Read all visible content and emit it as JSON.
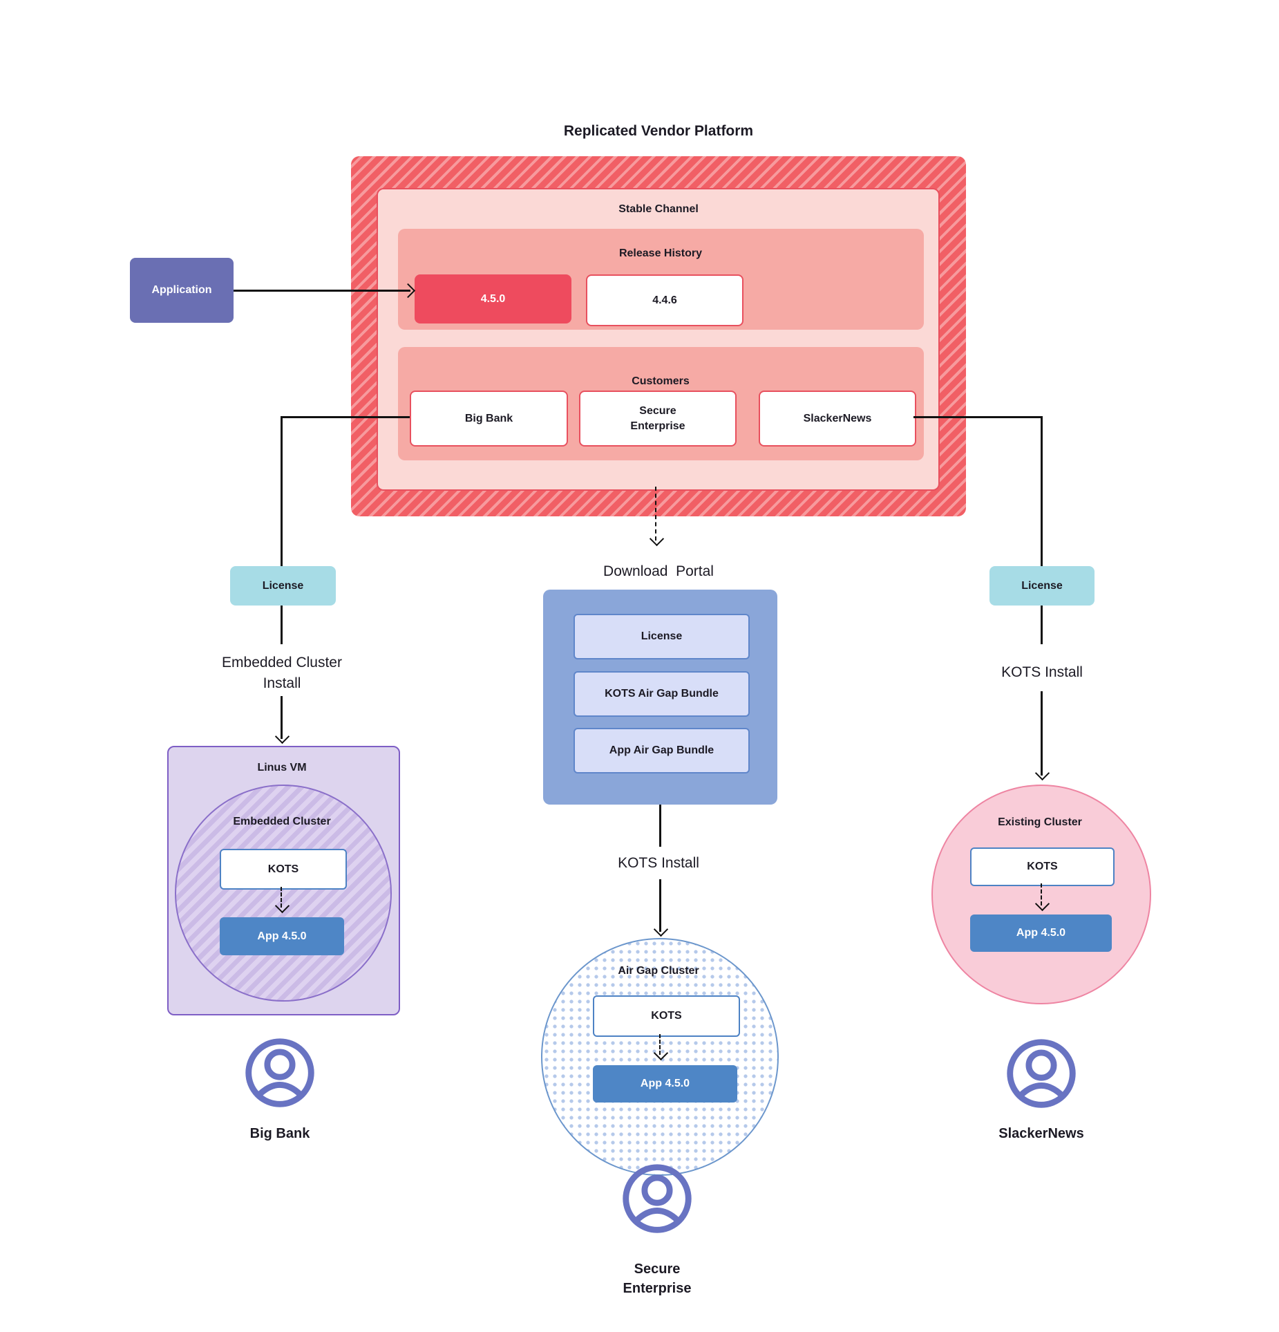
{
  "title": "Replicated Vendor Platform",
  "application": {
    "label": "Application"
  },
  "platform": {
    "stable_channel": {
      "label": "Stable Channel",
      "release_history": {
        "label": "Release History",
        "current_release": "4.5.0",
        "previous_release": "4.4.6"
      },
      "customers": {
        "label": "Customers",
        "big_bank": "Big Bank",
        "secure_enterprise": "Secure\nEnterprise",
        "slackernews": "SlackerNews"
      }
    }
  },
  "left_flow": {
    "license_label": "License",
    "install_label": "Embedded Cluster\nInstall",
    "vm": {
      "label": "Linus VM",
      "cluster_label": "Embedded Cluster",
      "kots_label": "KOTS",
      "app_label": "App 4.5.0"
    },
    "customer_name": "Big Bank"
  },
  "center_flow": {
    "portal_label": "Download  Portal",
    "portal_items": [
      "License",
      "KOTS Air Gap Bundle",
      "App Air Gap Bundle"
    ],
    "install_label": "KOTS Install",
    "cluster": {
      "label": "Air Gap Cluster",
      "kots_label": "KOTS",
      "app_label": "App 4.5.0"
    },
    "customer_name": "Secure\nEnterprise"
  },
  "right_flow": {
    "license_label": "License",
    "install_label": "KOTS Install",
    "cluster": {
      "label": "Existing Cluster",
      "kots_label": "KOTS",
      "app_label": "App 4.5.0"
    },
    "customer_name": "SlackerNews"
  },
  "colors": {
    "release_red": "#ee4b5e",
    "hatch_red": "#f15f65",
    "panel_salmon": "#f6aaa5",
    "stable_pink": "#fbd9d6",
    "border_red": "#e8505e",
    "app_purple": "#6a6fb3",
    "vm_purple": "#ddd4ee",
    "license_teal": "#a7dce6",
    "portal_blue": "#8aa6d9",
    "portal_row_blue": "#d8def8",
    "node_blue": "#4e86c6",
    "pink_circle": "#f9ccd8",
    "person_icon": "#6873c2"
  }
}
